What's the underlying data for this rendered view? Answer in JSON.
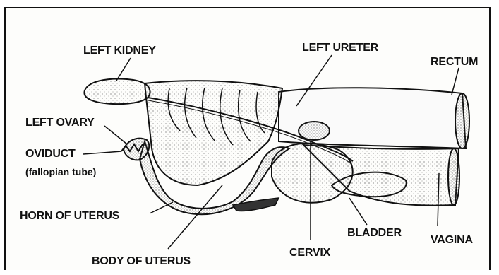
{
  "diagram": {
    "labels": {
      "left_kidney": "LEFT KIDNEY",
      "left_ureter": "LEFT URETER",
      "rectum": "RECTUM",
      "left_ovary": "LEFT OVARY",
      "oviduct": "OVIDUCT",
      "fallopian_tube": "(fallopian tube)",
      "horn_of_uterus": "HORN OF UTERUS",
      "body_of_uterus": "BODY OF UTERUS",
      "cervix": "CERVIX",
      "bladder": "BLADDER",
      "vagina": "VAGINA"
    }
  }
}
